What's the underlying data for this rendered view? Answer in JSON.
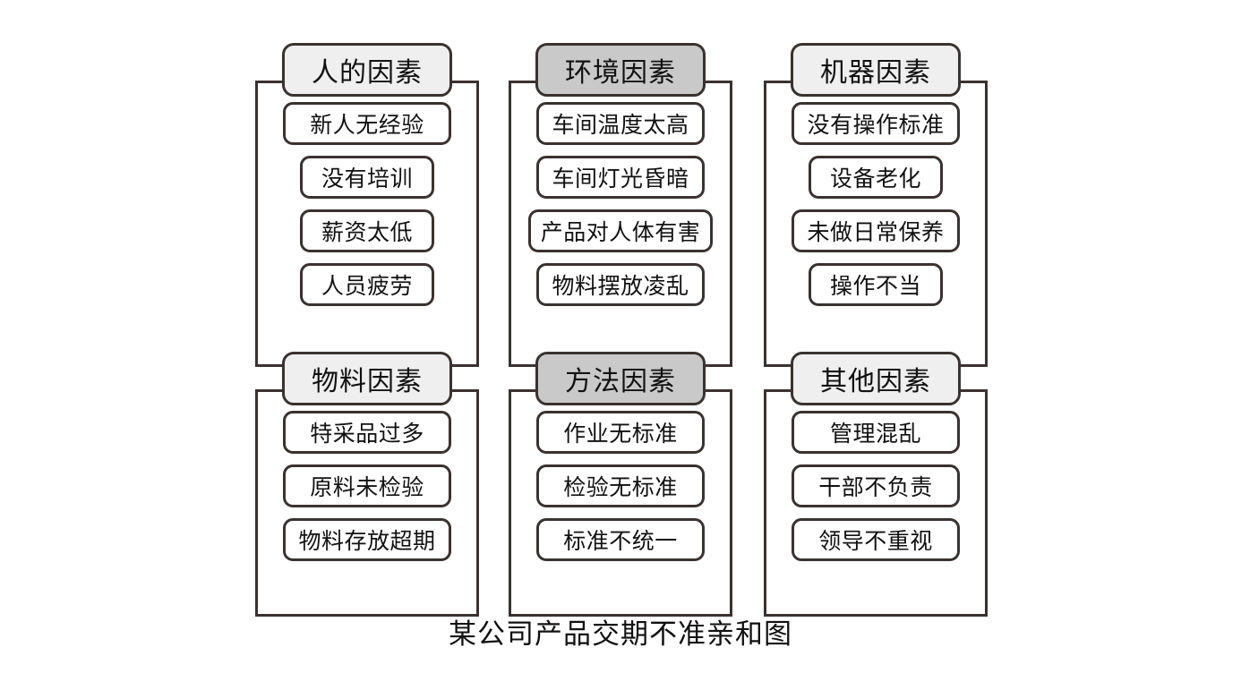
{
  "diagram": {
    "caption": "某公司产品交期不准亲和图",
    "colors": {
      "border": "#3a3230",
      "header_light": "#efefef",
      "header_shaded": "#c9c9c9",
      "card_fill": "#ffffff",
      "background": "#ffffff",
      "text": "#111111"
    },
    "groups": [
      {
        "title": "人的因素",
        "shaded": false,
        "items": [
          {
            "label": "新人无经验",
            "width": "md"
          },
          {
            "label": "没有培训",
            "width": "sm"
          },
          {
            "label": "薪资太低",
            "width": "sm"
          },
          {
            "label": "人员疲劳",
            "width": "sm"
          }
        ]
      },
      {
        "title": "环境因素",
        "shaded": true,
        "items": [
          {
            "label": "车间温度太高",
            "width": "md"
          },
          {
            "label": "车间灯光昏暗",
            "width": "md"
          },
          {
            "label": "产品对人体有害",
            "width": "lg"
          },
          {
            "label": "物料摆放凌乱",
            "width": "md"
          }
        ]
      },
      {
        "title": "机器因素",
        "shaded": false,
        "items": [
          {
            "label": "没有操作标准",
            "width": "md"
          },
          {
            "label": "设备老化",
            "width": "sm"
          },
          {
            "label": "未做日常保养",
            "width": "md"
          },
          {
            "label": "操作不当",
            "width": "sm"
          }
        ]
      },
      {
        "title": "物料因素",
        "shaded": false,
        "items": [
          {
            "label": "特采品过多",
            "width": "md"
          },
          {
            "label": "原料未检验",
            "width": "md"
          },
          {
            "label": "物料存放超期",
            "width": "md"
          }
        ]
      },
      {
        "title": "方法因素",
        "shaded": true,
        "items": [
          {
            "label": "作业无标准",
            "width": "md"
          },
          {
            "label": "检验无标准",
            "width": "md"
          },
          {
            "label": "标准不统一",
            "width": "md"
          }
        ]
      },
      {
        "title": "其他因素",
        "shaded": false,
        "items": [
          {
            "label": "管理混乱",
            "width": "md"
          },
          {
            "label": "干部不负责",
            "width": "md"
          },
          {
            "label": "领导不重视",
            "width": "md"
          }
        ]
      }
    ]
  }
}
